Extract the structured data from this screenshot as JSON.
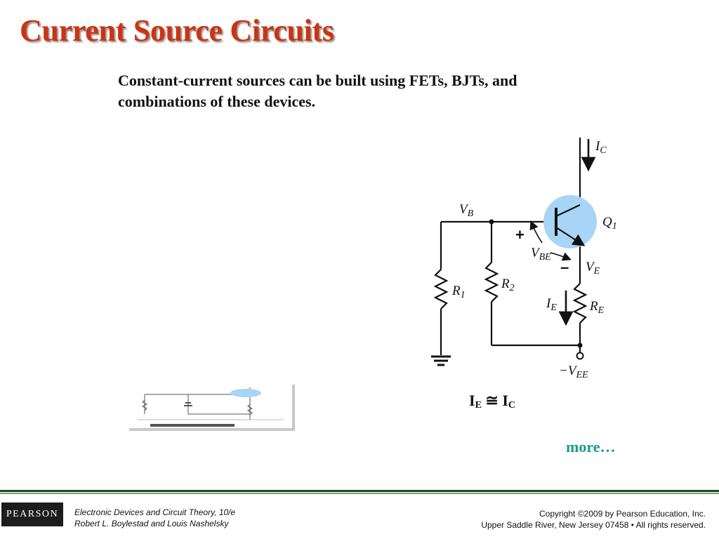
{
  "slide": {
    "title": "Current Source Circuits",
    "intro": "Constant-current sources can be built using FETs, BJTs, and combinations of  these devices.",
    "colors": {
      "title": "#cc3311",
      "link": "#1a9a8e",
      "transistor_fill": "#a8d4f5",
      "rule": "#1b4a1b"
    }
  },
  "circuit": {
    "labels": {
      "ic": {
        "main": "I",
        "sub": "C"
      },
      "vb": {
        "main": "V",
        "sub": "B"
      },
      "q1": {
        "main": "Q",
        "sub": "1"
      },
      "vbe": {
        "main": "V",
        "sub": "BE"
      },
      "ve": {
        "main": "V",
        "sub": "E"
      },
      "r1": {
        "main": "R",
        "sub": "1"
      },
      "r2": {
        "main": "R",
        "sub": "2"
      },
      "ie": {
        "main": "I",
        "sub": "E"
      },
      "re": {
        "main": "R",
        "sub": "E"
      },
      "vee": {
        "main": "−V",
        "sub": "EE"
      },
      "plus": "+",
      "minus": "–"
    }
  },
  "equation": {
    "lhs": "I",
    "lhs_sub": "E",
    "op": " ≅ ",
    "rhs": "I",
    "rhs_sub": "C"
  },
  "thumbnail": {
    "icon": "circuit-thumbnail-icon"
  },
  "link": {
    "label": "more…"
  },
  "footer": {
    "logo": "PEARSON",
    "book_line1": "Electronic Devices and Circuit Theory, 10/e",
    "book_line2": "Robert L. Boylestad and Louis Nashelsky",
    "copyright_line1": "Copyright ©2009 by Pearson Education, Inc.",
    "copyright_line2": "Upper Saddle River, New Jersey 07458 • All rights reserved."
  }
}
